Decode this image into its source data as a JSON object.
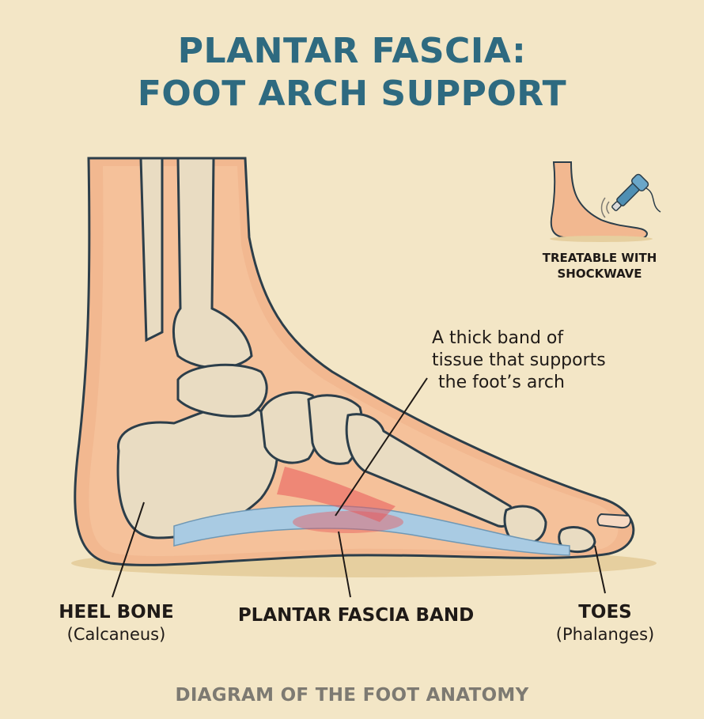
{
  "title": {
    "line1": "PLANTAR FASCIA:",
    "line2": "FOOT ARCH SUPPORT"
  },
  "inset": {
    "label_line1": "TREATABLE WITH",
    "label_line2": "SHOCKWAVE",
    "icon": "shockwave-device-icon"
  },
  "description": {
    "line1": "A thick band of",
    "line2": "tissue that supports",
    "line3": "the foot’s arch"
  },
  "labels": {
    "heel": {
      "main": "HEEL BONE",
      "sub": "(Calcaneus)"
    },
    "fascia": {
      "main": "PLANTAR FASCIA BAND"
    },
    "toes": {
      "main": "TOES",
      "sub": "(Phalanges)"
    }
  },
  "footer": "DIAGRAM OF THE FOOT ANATOMY",
  "colors": {
    "background": "#f3e6c6",
    "title": "#2e6a80",
    "skin": "#f2b890",
    "bone": "#e9dcc2",
    "fascia": "#a9cbe3",
    "inflammation": "#e8585a",
    "outline": "#2c3e4a",
    "footer": "#7d7a72"
  }
}
